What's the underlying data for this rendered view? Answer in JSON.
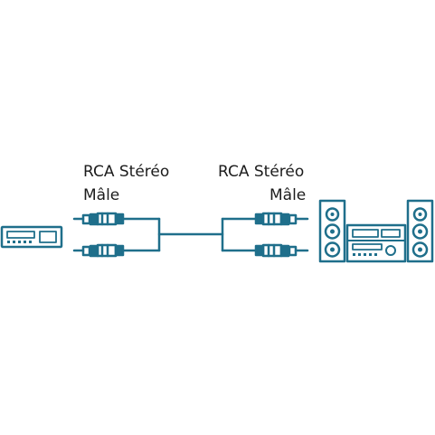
{
  "left_connector": {
    "line1": "RCA Stéréo",
    "line2": "Mâle"
  },
  "right_connector": {
    "line1": "RCA Stéréo",
    "line2": "Mâle"
  },
  "colors": {
    "stroke": "#1f6f8b",
    "fill": "#ffffff"
  },
  "icons": {
    "source": "audio-source-device-icon",
    "destination": "hifi-stereo-system-icon"
  }
}
